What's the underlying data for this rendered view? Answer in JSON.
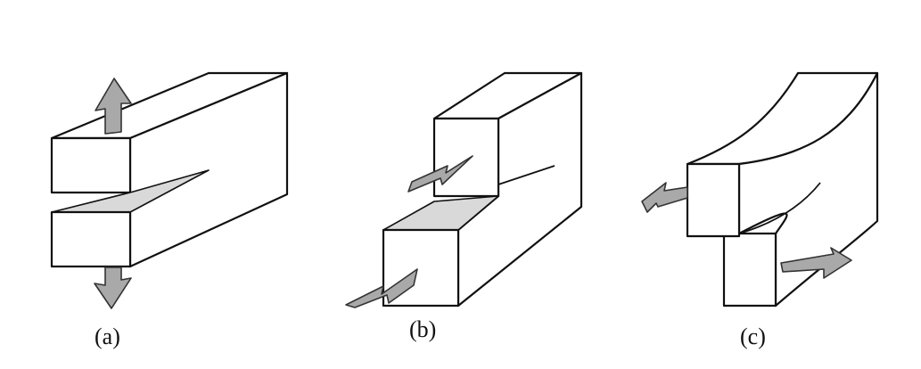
{
  "figure": {
    "panels": [
      {
        "id": "a",
        "label": "(a)"
      },
      {
        "id": "b",
        "label": "(b)"
      },
      {
        "id": "c",
        "label": "(c)"
      }
    ],
    "colors": {
      "outline": "#111111",
      "face": "#ffffff",
      "crack_surface": "#d9d9d9",
      "arrow_fill": "#a9a9a9",
      "arrow_stroke": "#333333"
    }
  }
}
